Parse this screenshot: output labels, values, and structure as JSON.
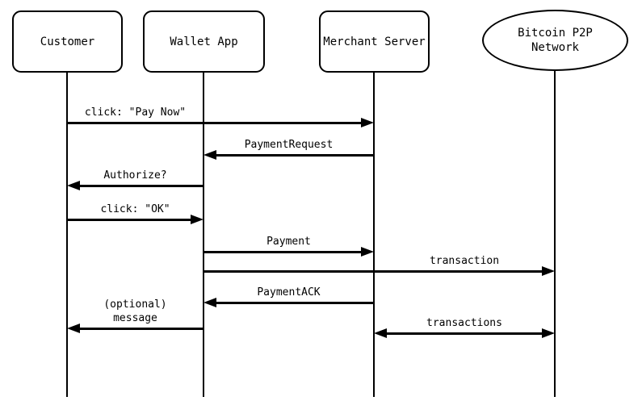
{
  "diagram": {
    "type": "sequence-diagram",
    "colors": {
      "line": "#000000",
      "background": "#ffffff",
      "text": "#000000"
    },
    "participants": [
      {
        "id": "customer",
        "label": "Customer",
        "shape": "rounded-box"
      },
      {
        "id": "wallet-app",
        "label": "Wallet App",
        "shape": "rounded-box"
      },
      {
        "id": "merchant-server",
        "label": "Merchant Server",
        "shape": "rounded-box"
      },
      {
        "id": "bitcoin-network",
        "label": "Bitcoin P2P\nNetwork",
        "shape": "ellipse"
      }
    ],
    "messages": [
      {
        "label": "click: \"Pay Now\"",
        "from": "customer",
        "to": "merchant-server",
        "direction": "right",
        "double_headed": false
      },
      {
        "label": "PaymentRequest",
        "from": "merchant-server",
        "to": "wallet-app",
        "direction": "left",
        "double_headed": false
      },
      {
        "label": "Authorize?",
        "from": "wallet-app",
        "to": "customer",
        "direction": "left",
        "double_headed": false
      },
      {
        "label": "click: \"OK\"",
        "from": "customer",
        "to": "wallet-app",
        "direction": "right",
        "double_headed": false
      },
      {
        "label": "Payment",
        "from": "wallet-app",
        "to": "merchant-server",
        "direction": "right",
        "double_headed": false
      },
      {
        "label": "transaction",
        "from": "wallet-app",
        "to": "bitcoin-network",
        "direction": "right",
        "double_headed": false
      },
      {
        "label": "PaymentACK",
        "from": "merchant-server",
        "to": "wallet-app",
        "direction": "left",
        "double_headed": false
      },
      {
        "label": "(optional)\nmessage",
        "from": "wallet-app",
        "to": "customer",
        "direction": "left",
        "double_headed": false
      },
      {
        "label": "transactions",
        "from": "merchant-server",
        "to": "bitcoin-network",
        "direction": "both",
        "double_headed": true
      }
    ]
  }
}
